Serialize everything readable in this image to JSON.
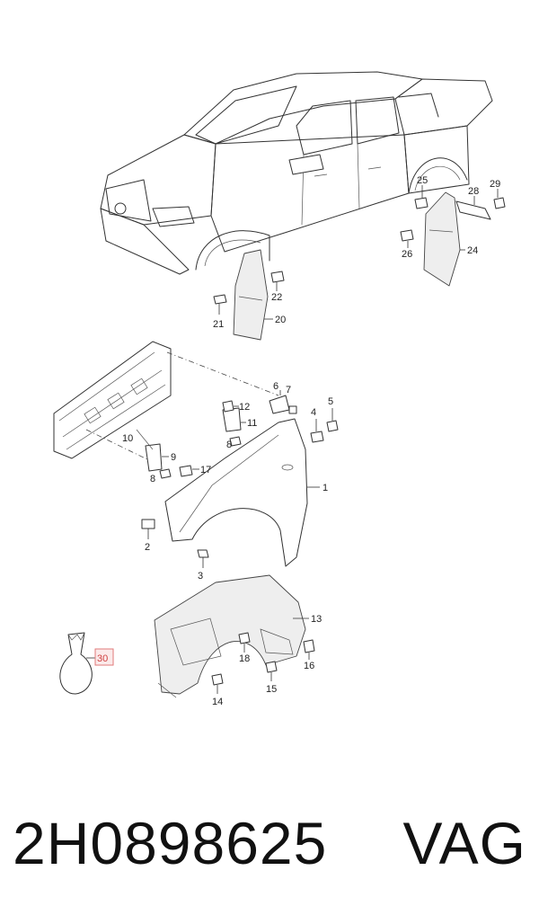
{
  "callouts": {
    "c1": "1",
    "c2": "2",
    "c3": "3",
    "c4": "4",
    "c5": "5",
    "c6": "6",
    "c7": "7",
    "c8a": "8",
    "c8b": "8",
    "c9": "9",
    "c10": "10",
    "c11": "11",
    "c12": "12",
    "c13": "13",
    "c14": "14",
    "c15": "15",
    "c16": "16",
    "c17": "17",
    "c18": "18",
    "c20": "20",
    "c21": "21",
    "c22": "22",
    "c24": "24",
    "c25": "25",
    "c26": "26",
    "c28": "28",
    "c29": "29",
    "c30": "30"
  },
  "highlighted_callout": "30",
  "footer": {
    "part_number": "2H0898625",
    "brand": "VAG"
  }
}
